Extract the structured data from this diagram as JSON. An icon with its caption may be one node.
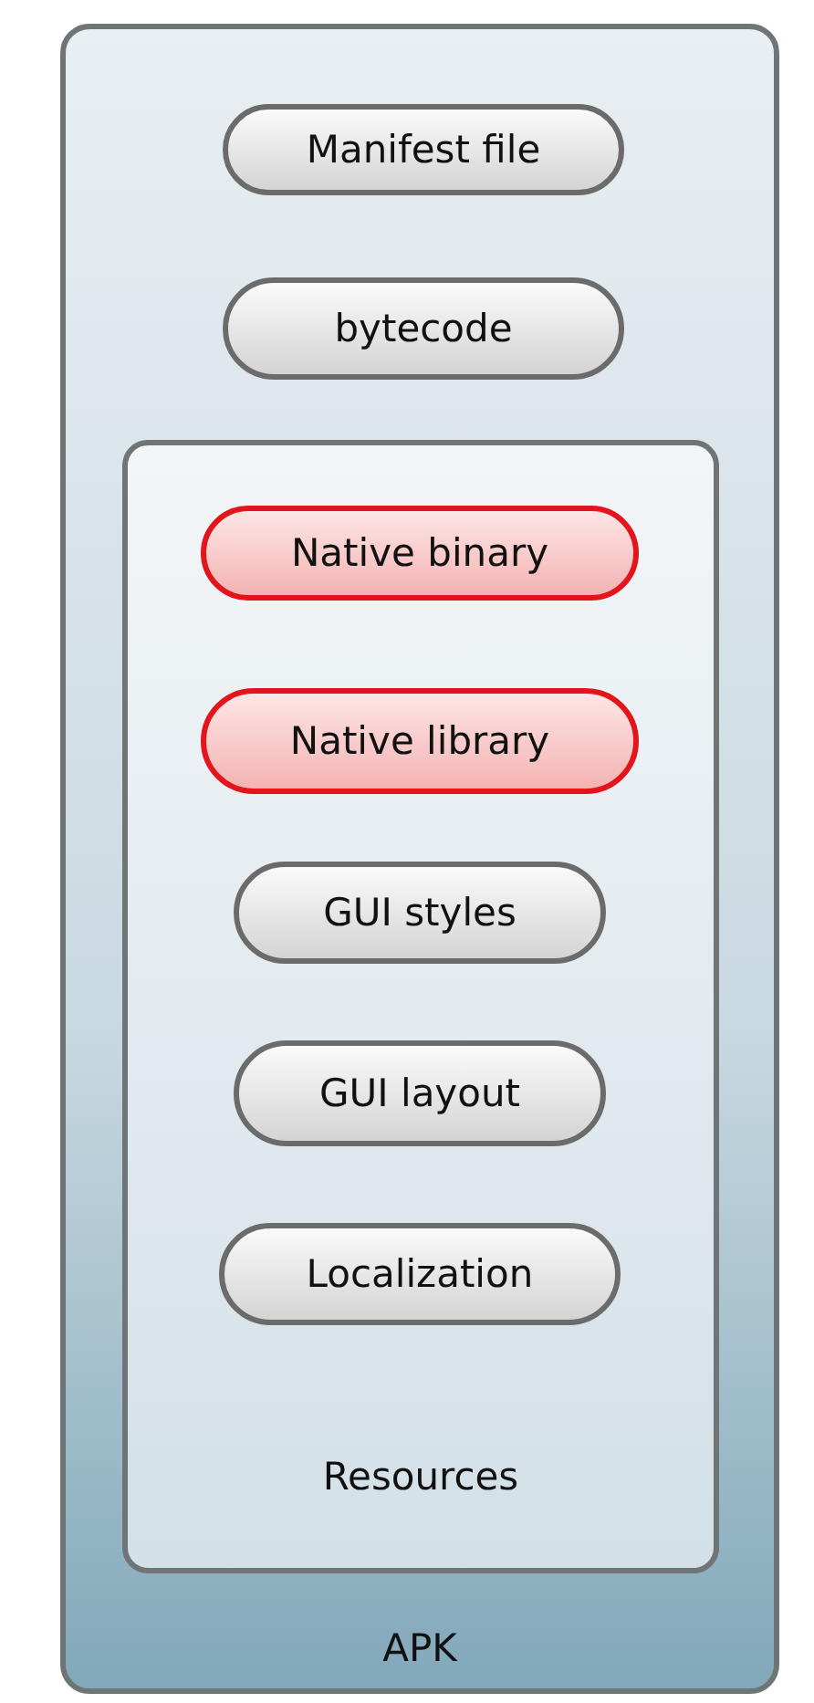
{
  "diagram": {
    "nodes": [
      {
        "text": [
          "APK"
        ]
      },
      {
        "text": [
          "Manifest file"
        ],
        "in": 0
      },
      {
        "text": [
          "bytecode"
        ],
        "in": 0
      },
      {
        "text": [
          "Resources"
        ],
        "in": 0
      },
      {
        "text": [
          "Native binary"
        ],
        "in": 3
      },
      {
        "text": [
          "Native library"
        ],
        "in": 3
      },
      {
        "text": [
          "GUI styles"
        ],
        "in": 3
      },
      {
        "text": [
          "GUI layout"
        ],
        "in": 3
      },
      {
        "text": [
          "Localization"
        ],
        "in": 3
      }
    ]
  }
}
